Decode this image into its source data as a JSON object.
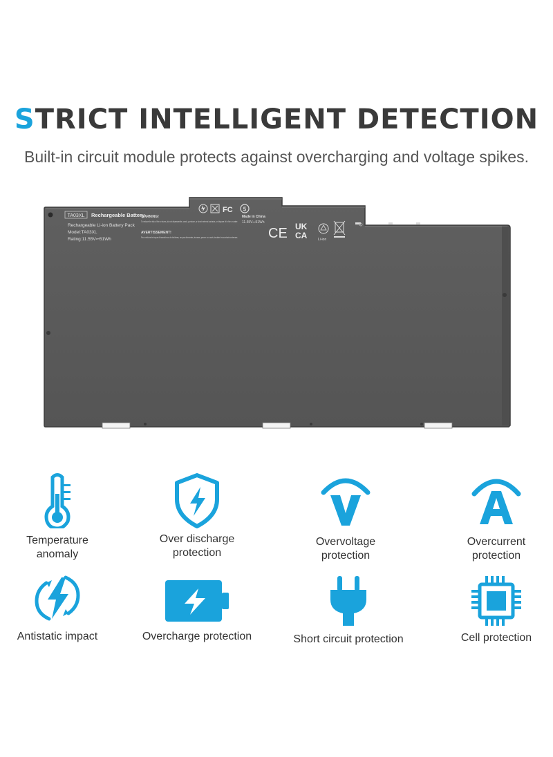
{
  "header": {
    "title_first": "S",
    "title_rest": "TRICT INTELLIGENT DETECTION",
    "subtitle": "Built-in circuit module protects against overcharging and voltage spikes."
  },
  "battery_label": {
    "model_badge": "TA03XL",
    "heading": "Rechargeable Battery",
    "line1": "Rechargeable Li-ion Battery Pack",
    "line2": "Model:TA03XL",
    "line3": "Rating:11.55V⎓51Wh",
    "warning_title": "WARNING!",
    "warning_text": "To reduce the risk of fire or burns, do not disassemble, crush, puncture, or short external contacts, or dispose of in fire or water.",
    "avert_title": "AVERTISSEMENT!",
    "avert_text": "Pour réduire le risque d'incendie ou de brûlures, ne pas démonter, écraser, percer ou court-circuiter les contacts externes.",
    "made_in": "Made in China",
    "rating_right": "11.55V⎓51Wh",
    "marks": {
      "ce": "CE",
      "ukca_top": "UK",
      "ukca_bottom": "CA",
      "fc": "FC",
      "liion": "Li-ion"
    }
  },
  "features": [
    {
      "label_l1": "Temperature",
      "label_l2": "anomaly",
      "icon": "thermometer-icon"
    },
    {
      "label_l1": "Over discharge",
      "label_l2": "protection",
      "icon": "shield-bolt-icon"
    },
    {
      "label_l1": "Overvoltage",
      "label_l2": "protection",
      "icon": "overvoltage-icon"
    },
    {
      "label_l1": "Overcurrent",
      "label_l2": "protection",
      "icon": "overcurrent-icon"
    },
    {
      "label_l1": "Antistatic impact",
      "label_l2": "",
      "icon": "antistatic-icon"
    },
    {
      "label_l1": "Overcharge protection",
      "label_l2": "",
      "icon": "battery-bolt-icon"
    },
    {
      "label_l1": "Short circuit protection",
      "label_l2": "",
      "icon": "plug-icon"
    },
    {
      "label_l1": "Cell protection",
      "label_l2": "",
      "icon": "chip-icon"
    }
  ],
  "colors": {
    "accent": "#1aa3dc",
    "battery_body": "#5a5a5a",
    "headline": "#3a3a3a"
  }
}
